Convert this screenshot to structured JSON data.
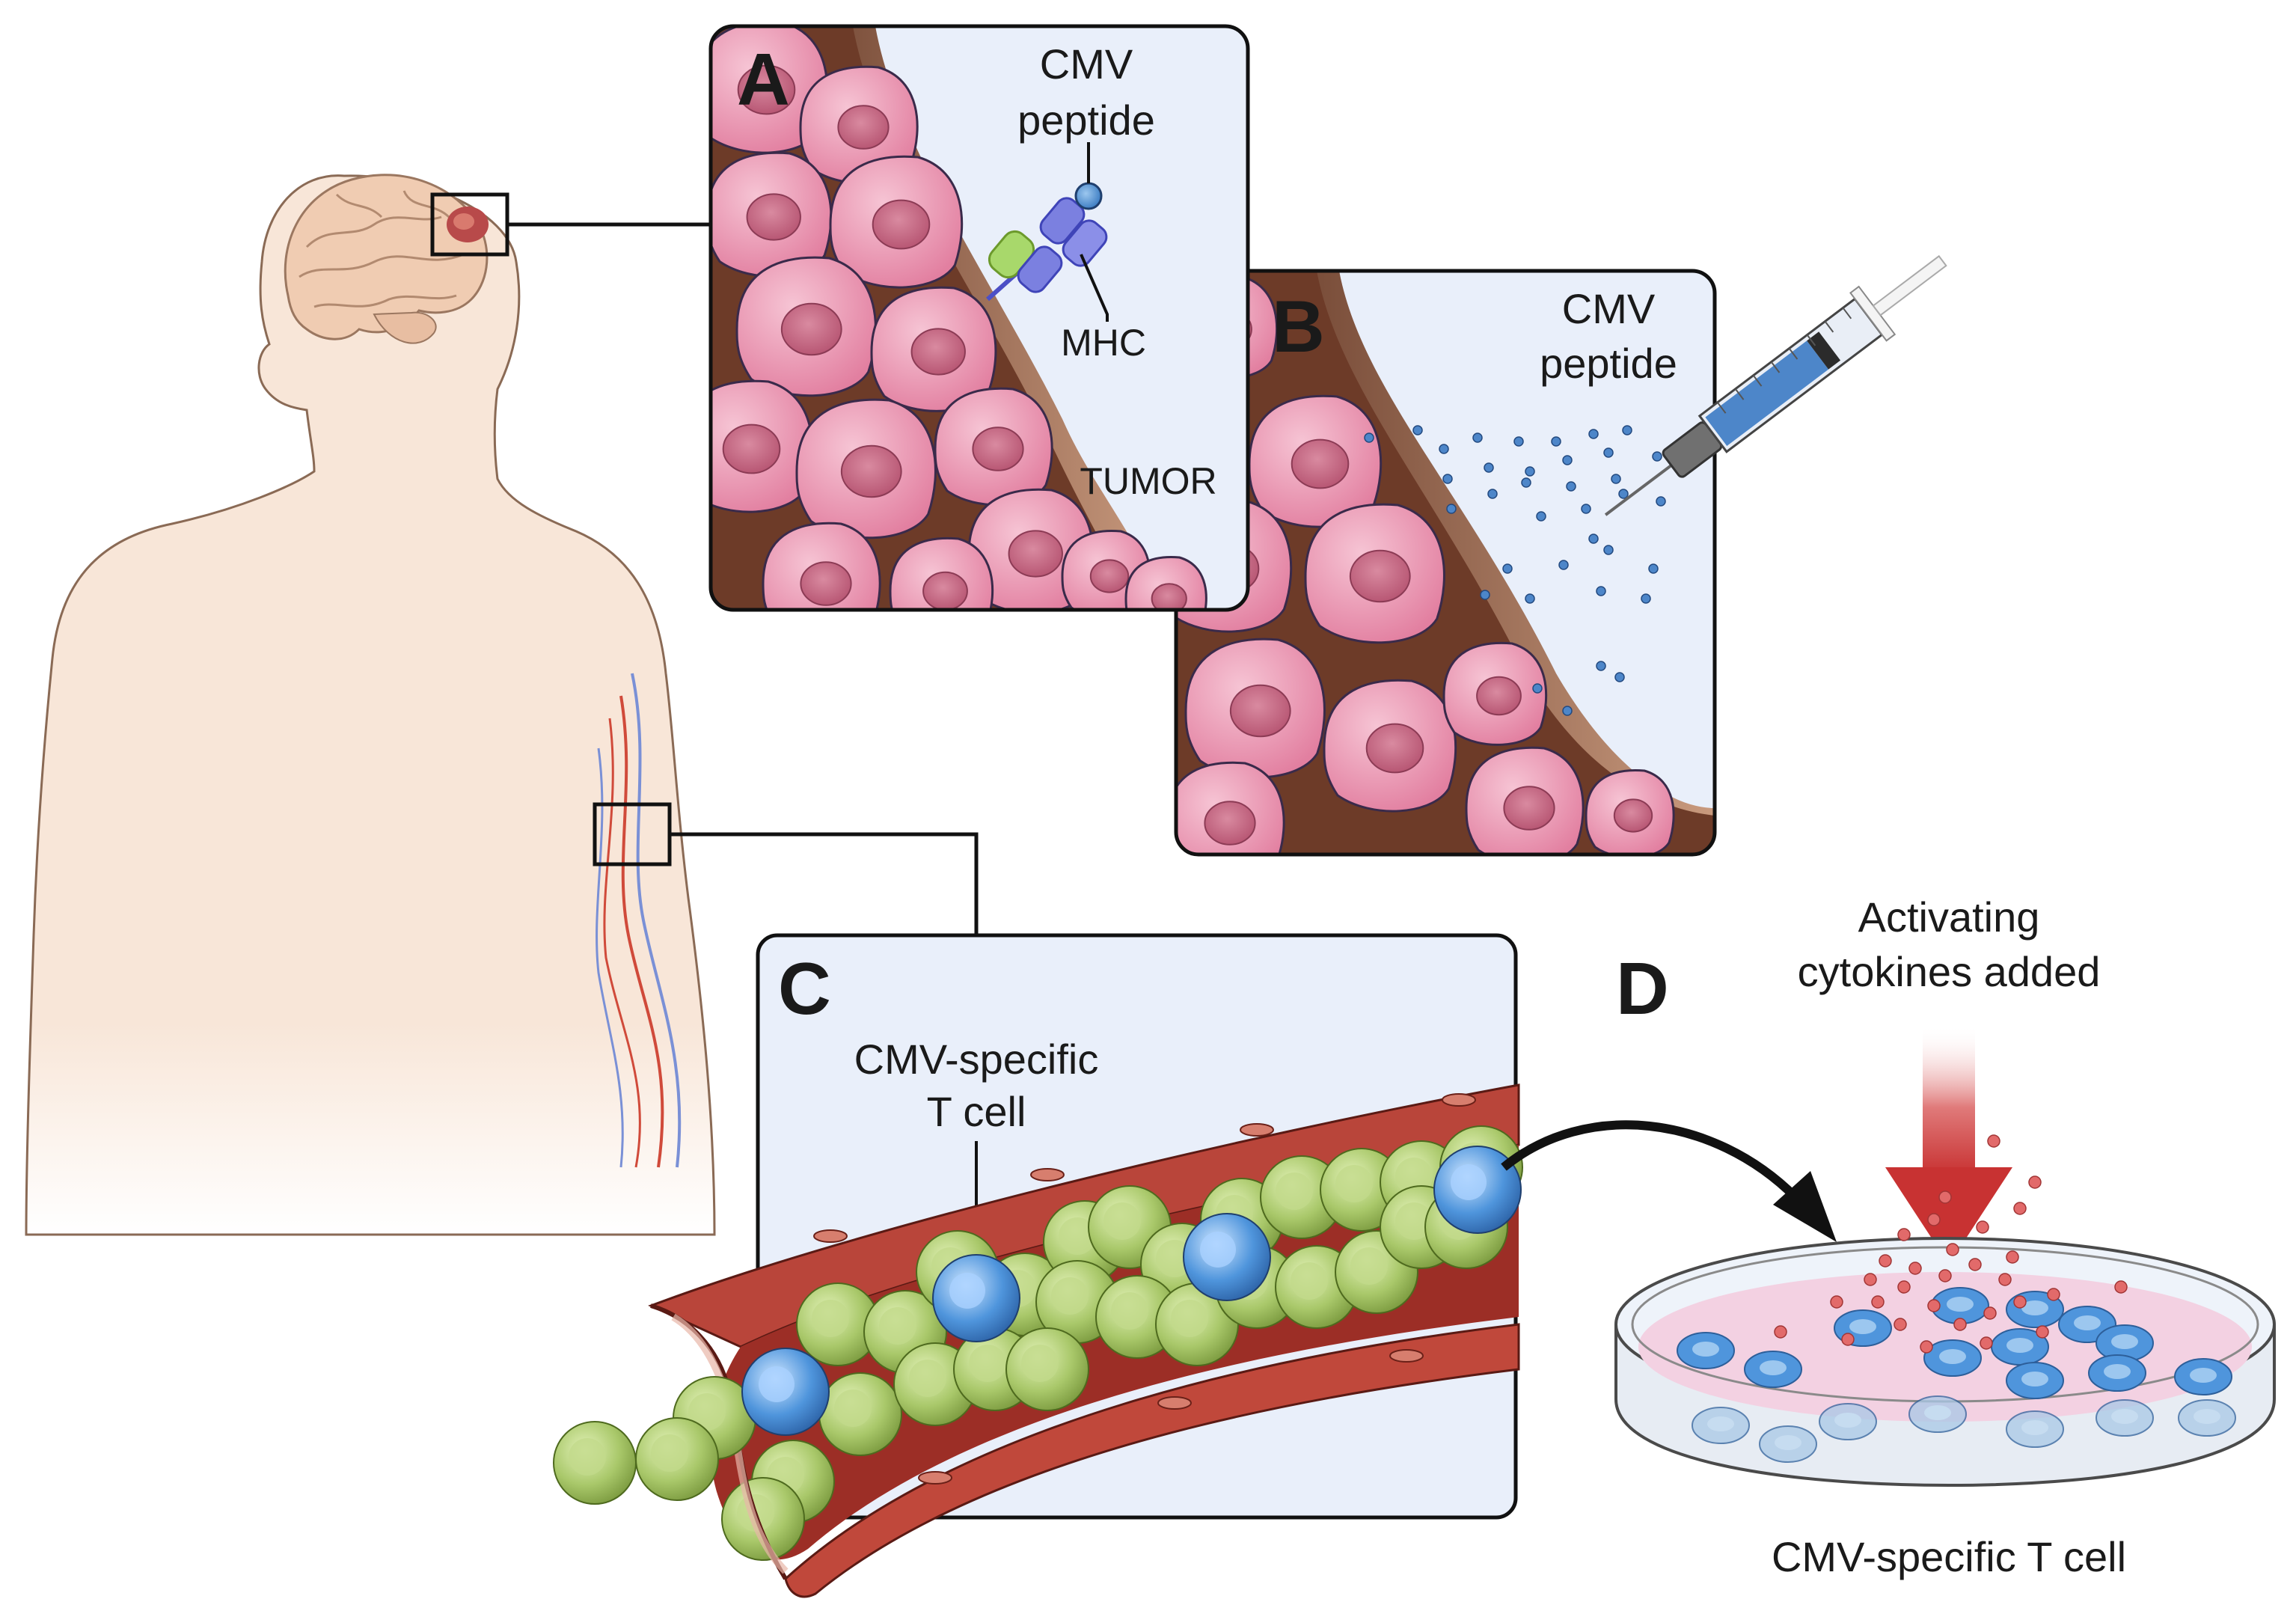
{
  "panels": {
    "a": {
      "letter": "A",
      "peptide_label_line1": "CMV",
      "peptide_label_line2": "peptide",
      "mhc_label": "MHC",
      "tumor_label": "TUMOR"
    },
    "b": {
      "letter": "B",
      "peptide_label_line1": "CMV",
      "peptide_label_line2": "peptide"
    },
    "c": {
      "letter": "C",
      "tcell_label_line1": "CMV-specific",
      "tcell_label_line2": "T cell"
    },
    "d": {
      "letter": "D",
      "cytokine_label_line1": "Activating",
      "cytokine_label_line2": "cytokines added",
      "dish_label": "CMV-specific T cell"
    }
  },
  "colors": {
    "skin": "#f8e6d8",
    "skin_outline": "#8a6a55",
    "tumor_cell": "#ec9fb8",
    "tumor_nucleus": "#c0607b",
    "tumor_bg": "#7a4a35",
    "fluid": "#e9effa",
    "peptide_blue": "#4d86c9",
    "mhc_purple": "#7b80e0",
    "tcr_green": "#a8d86b",
    "t_cell_green": "#a9c86a",
    "t_cell_blue": "#4f95dc",
    "vessel_red": "#a8332c",
    "cytokine_arrow": "#d94a4a",
    "dish_medium": "#f3d1e2"
  }
}
